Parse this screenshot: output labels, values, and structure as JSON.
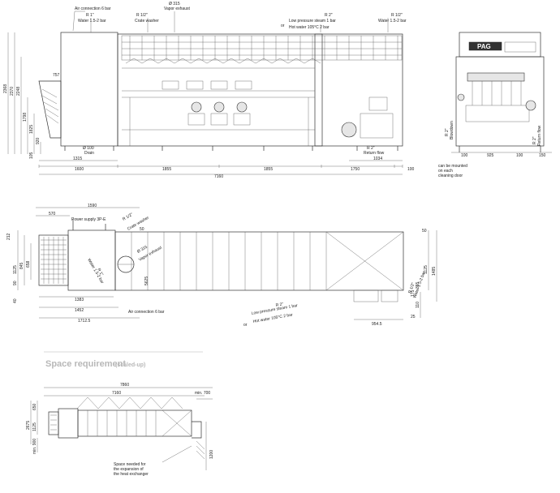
{
  "front_view": {
    "top_labels": [
      {
        "id": "air",
        "text": "Air connection 6 bar"
      },
      {
        "id": "r1",
        "text": "R 1\""
      },
      {
        "id": "water1",
        "text": "Water 1.5-2 bar"
      },
      {
        "id": "r12a",
        "text": "R 1/2\""
      },
      {
        "id": "crate",
        "text": "Crate washer"
      },
      {
        "id": "d315",
        "text": "Ø 315"
      },
      {
        "id": "vapor",
        "text": "Vapor exhaust"
      },
      {
        "id": "r2a",
        "text": "R 2\""
      },
      {
        "id": "lps",
        "text": "Low pressure steam 1 bar"
      },
      {
        "id": "or",
        "text": "or"
      },
      {
        "id": "hotw",
        "text": "Hot water 105°C 2 bar"
      },
      {
        "id": "r12b",
        "text": "R 1/2\""
      },
      {
        "id": "water2",
        "text": "Water 1.5-2 bar"
      }
    ],
    "heights": [
      "2368",
      "2370",
      "2248",
      "757",
      "1798",
      "1825",
      "920",
      "105"
    ],
    "bottom_labels": [
      {
        "id": "d100",
        "text": "Ø 100"
      },
      {
        "id": "drain",
        "text": "Drain"
      },
      {
        "id": "r2b",
        "text": "R 2\""
      },
      {
        "id": "ret",
        "text": "Return flow"
      }
    ],
    "dims_row1": [
      "1315",
      "1034"
    ],
    "dims_row2": [
      "1600",
      "1855",
      "1855",
      "1750",
      "100"
    ],
    "total": "7160"
  },
  "side_view": {
    "logo": "PAG",
    "labels": [
      "R 2\"",
      "Blowdown",
      "R 2\"",
      "Return flow"
    ],
    "dims": [
      "100",
      "925",
      "100",
      "150"
    ],
    "note": [
      "can be mounted",
      "on each",
      "cleaning door"
    ]
  },
  "top_view": {
    "top_dims": [
      "1590",
      "570"
    ],
    "power": "Power supply 3P-E",
    "crate_r": "R 1/2\"",
    "crate": "Crate washer",
    "vapor_d": "Ø 315",
    "vapor": "Vapor exhaust",
    "water_r": "R 1\"",
    "water": "Water 1.5-2 bar",
    "left_dims": [
      "212",
      "1125",
      "845",
      "658",
      "90",
      "40"
    ],
    "inner_dims": [
      "50",
      "5625"
    ],
    "bottom_dims": [
      "1383",
      "1452",
      "1712.5"
    ],
    "air": "Air connection 6 bar",
    "steam_r": "R 2\"",
    "steam": "Low pressure steam 1 bar",
    "or": "or",
    "hotw": "Hot water 105°C 2 bar",
    "right_r": "R 1/2\"",
    "right_water": "Water 1.5-2 bar",
    "right_dims": [
      "50",
      "1125",
      "1485",
      "355",
      "175",
      "110",
      "25"
    ],
    "end_dim": "954.5"
  },
  "space": {
    "heading": "Space requirement",
    "heading_sub": "(scaled-up)",
    "dims_top": [
      "7860",
      "7160",
      "min. 700"
    ],
    "left_dims": [
      "650",
      "1125",
      "2675",
      "min. 900"
    ],
    "right_dim": "1200",
    "note": [
      "Space needed for",
      "the expansion of",
      "the heat exchanger"
    ]
  }
}
